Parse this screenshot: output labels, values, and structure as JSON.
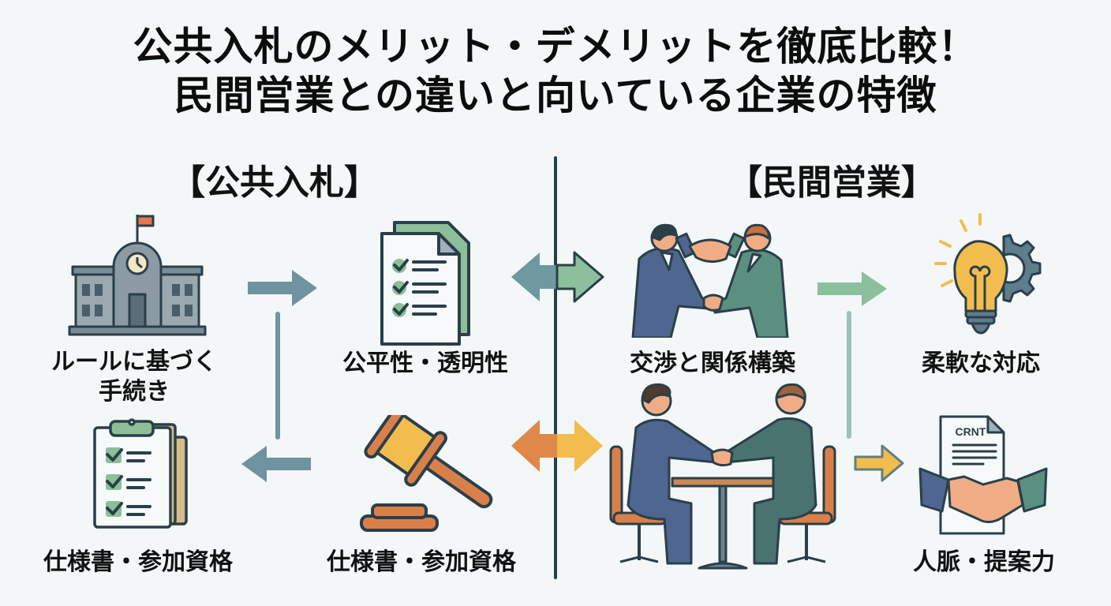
{
  "title": {
    "line1": "公共入札のメリット・デメリットを徹底比較！",
    "line2": "民間営業との違いと向いている企業の特徴"
  },
  "sections": {
    "left": {
      "heading": "【公共入札】"
    },
    "right": {
      "heading": "【民間営業】"
    }
  },
  "public_bidding": {
    "items": [
      {
        "icon": "government-building-icon",
        "label_line1": "ルールに基づく",
        "label_line2": "手続き"
      },
      {
        "icon": "checklist-document-icon",
        "label": "公平性・透明性"
      },
      {
        "icon": "clipboard-checklist-icon",
        "label": "仕様書・参加資格"
      },
      {
        "icon": "gavel-icon",
        "label": "仕様書・参加資格"
      }
    ]
  },
  "private_sales": {
    "items": [
      {
        "icon": "business-handshake-icon",
        "label": "交渉と関係構築"
      },
      {
        "icon": "lightbulb-gear-icon",
        "label": "柔軟な対応"
      },
      {
        "icon": "meeting-table-handshake-icon",
        "label": ""
      },
      {
        "icon": "contract-handshake-icon",
        "label": "人脈・提案力",
        "contract_text": "CRNT"
      }
    ]
  },
  "colors": {
    "background": "#f3f7f8",
    "divider": "#24404f",
    "public_arrow": "#6f93a0",
    "private_arrow": "#8cbfa3",
    "accent_orange": "#e0884a",
    "accent_yellow": "#f2bd4e",
    "outline": "#2a3f4a"
  }
}
